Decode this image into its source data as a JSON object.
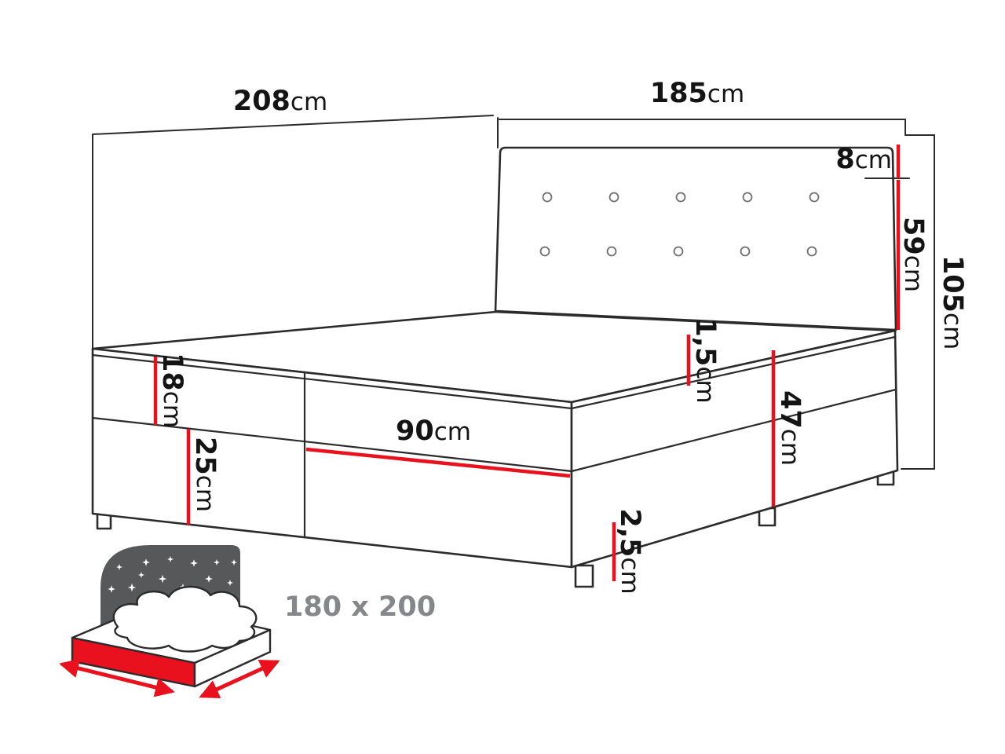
{
  "diagram": {
    "type": "bed-dimension-diagram",
    "dims": {
      "length": {
        "value": "208",
        "unit": "cm"
      },
      "width": {
        "value": "185",
        "unit": "cm"
      },
      "headboard_top": {
        "value": "8",
        "unit": "cm"
      },
      "headboard_height": {
        "value": "59",
        "unit": "cm"
      },
      "total_height": {
        "value": "105",
        "unit": "cm"
      },
      "mattress_height": {
        "value": "18",
        "unit": "cm"
      },
      "base_height": {
        "value": "25",
        "unit": "cm"
      },
      "half_width": {
        "value": "90",
        "unit": "cm"
      },
      "topper_seam": {
        "value": "1,5",
        "unit": "cm"
      },
      "side_height": {
        "value": "47",
        "unit": "cm"
      },
      "leg_clearance": {
        "value": "2,5",
        "unit": "cm"
      }
    },
    "pictogram": {
      "icon": "bed-starry-headboard-icon",
      "size_label": "180 x 200"
    },
    "colors": {
      "dimension_red": "#e8111d",
      "outline_dark": "#2b2b2b",
      "icon_dark_gray": "#57585a",
      "size_label_gray": "#85878a"
    }
  }
}
